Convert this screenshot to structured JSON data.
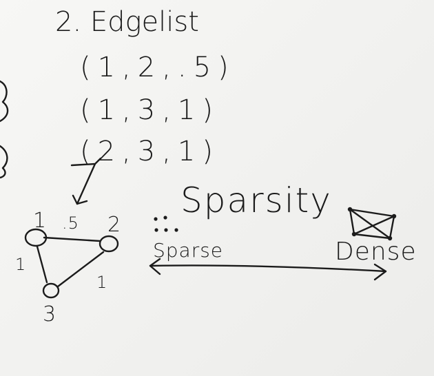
{
  "title": "2. Edgelist",
  "edges": [
    "(1,2,.5)",
    "(1,3,1)",
    "(2,3,1)"
  ],
  "graph": {
    "nodes": [
      "1",
      "2",
      "3"
    ],
    "weights": [
      ".5",
      "1",
      "1"
    ]
  },
  "sparsity": {
    "heading": "Sparsity",
    "left_label": "Sparse",
    "right_label": "Dense"
  },
  "colors": {
    "ink": "#1b1b1b",
    "board": "#f4f4f2"
  }
}
